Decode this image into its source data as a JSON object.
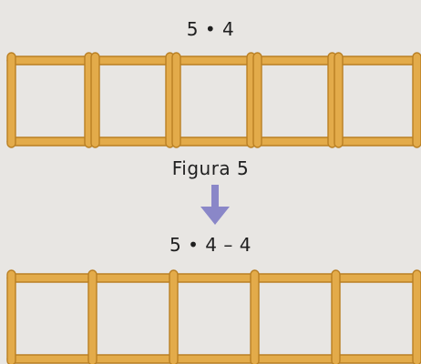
{
  "top_expression": "5 • 4",
  "caption": "Figura 5",
  "bottom_expression": "5 • 4 – 4",
  "colors": {
    "background": "#e8e6e3",
    "stick_fill": "#e3ab4a",
    "stick_outline": "#b97f23",
    "arrow": "#8a87c8"
  },
  "top_figure": {
    "squares": 5,
    "stick_style": "with-overlapping-shared-sides"
  },
  "bottom_figure": {
    "squares": 5,
    "stick_style": "single-shared-sides"
  },
  "arrow_icon": "down-arrow-icon"
}
